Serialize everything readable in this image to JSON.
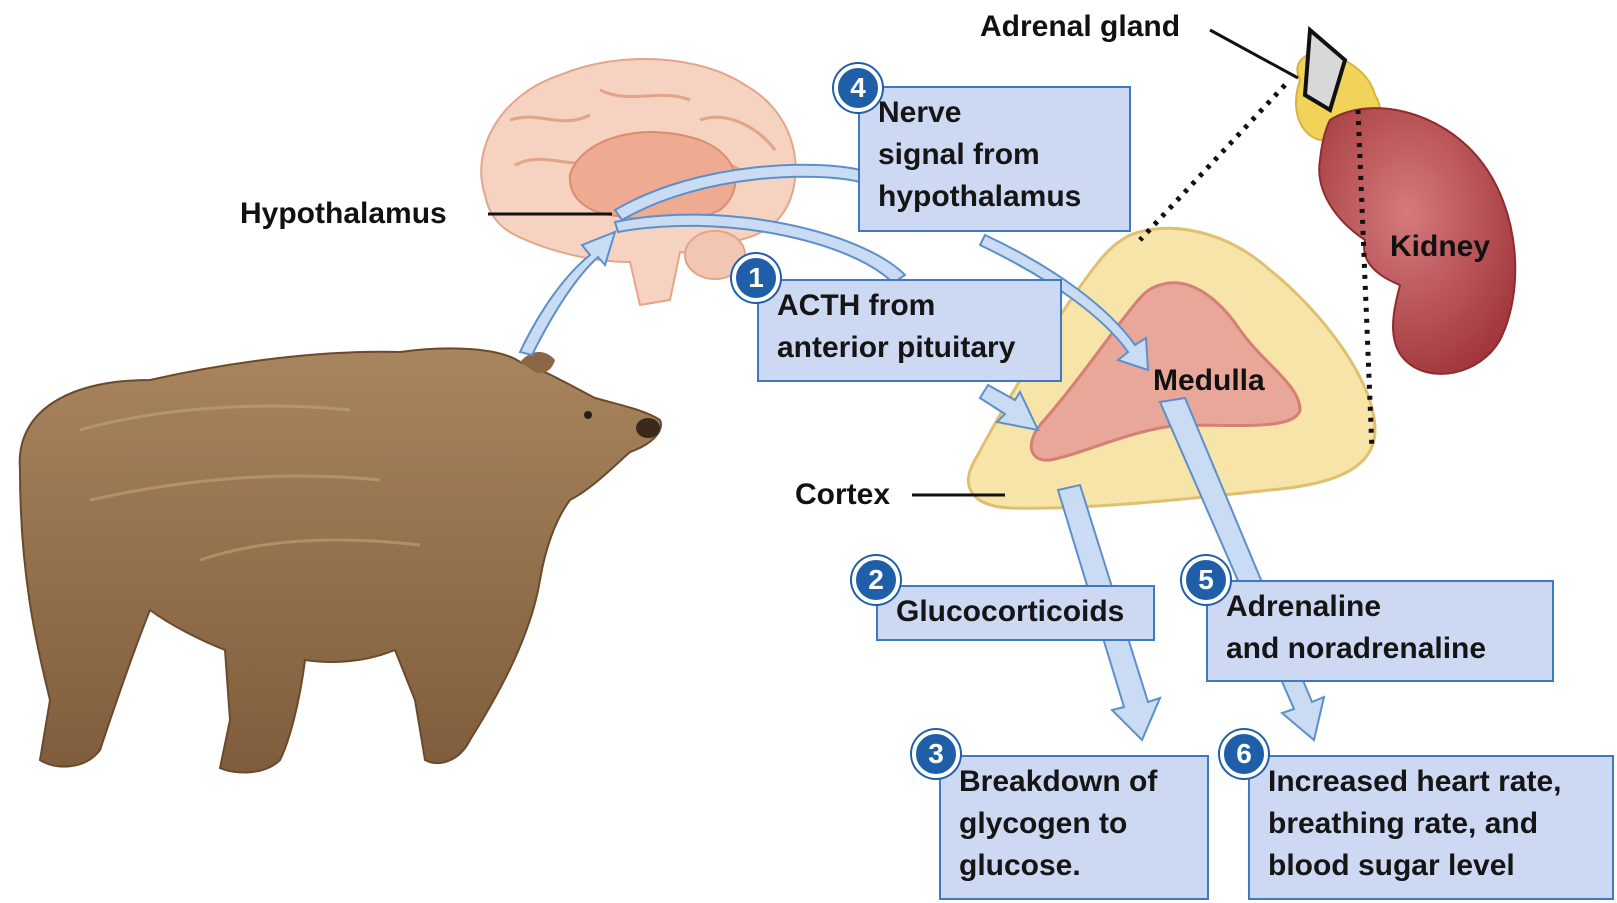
{
  "labels": {
    "adrenal_gland": "Adrenal gland",
    "hypothalamus": "Hypothalamus",
    "kidney": "Kidney",
    "medulla": "Medulla",
    "cortex": "Cortex"
  },
  "steps": [
    {
      "number": "1",
      "lines": [
        "ACTH from",
        "anterior pituitary"
      ]
    },
    {
      "number": "2",
      "lines": [
        "Glucocorticoids"
      ]
    },
    {
      "number": "3",
      "lines": [
        "Breakdown of",
        "glycogen to",
        "glucose."
      ]
    },
    {
      "number": "4",
      "lines": [
        "Nerve",
        "signal from",
        "hypothalamus"
      ]
    },
    {
      "number": "5",
      "lines": [
        "Adrenaline",
        "and noradrenaline"
      ]
    },
    {
      "number": "6",
      "lines": [
        "Increased heart rate,",
        "breathing rate, and",
        "blood sugar level"
      ]
    }
  ],
  "colors": {
    "box_fill": "#cdd8f2",
    "box_border": "#3f7ac0",
    "badge": "#1f5ea8",
    "arrow_fill": "#c9dcf3",
    "arrow_stroke": "#5d8fc9",
    "bear_fur": "#9a7550",
    "brain": "#f3c4ae",
    "kidney": "#b8484f",
    "adrenal": "#f2d35a",
    "cortex": "#f7e4a8",
    "medulla": "#e9a79a"
  }
}
